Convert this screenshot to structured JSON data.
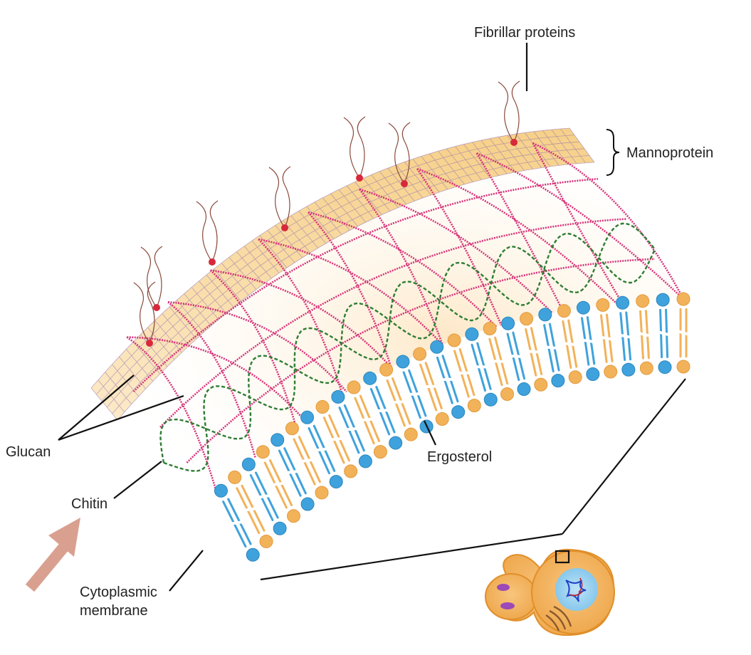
{
  "labels": {
    "fibrillar": "Fibrillar proteins",
    "mannoprotein": "Mannoprotein",
    "glucan": "Glucan",
    "chitin": "Chitin",
    "ergosterol": "Ergosterol",
    "cytoplasmic_line1": "Cytoplasmic",
    "cytoplasmic_line2": "membrane"
  },
  "colors": {
    "mannoprotein_band": "#f7d58f",
    "glucan_strand": "#d6337a",
    "chitin_strand": "#2e7d32",
    "phospholipid_head": "#f2b25a",
    "ergosterol_head": "#3fa2dc",
    "fibril_dot": "#d8283a",
    "arrow": "#d9a090"
  }
}
